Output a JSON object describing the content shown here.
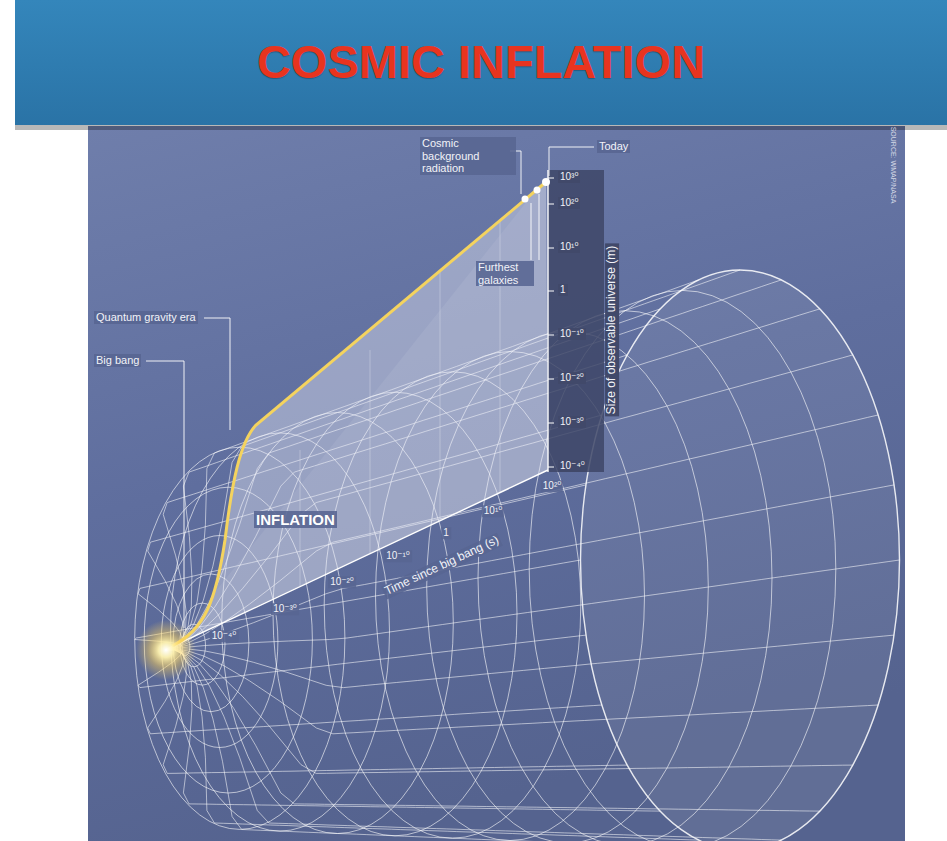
{
  "diagram": {
    "title": "COSMIC INFLATION",
    "labels": [
      "Cosmic background radiation",
      "Today",
      "Furthest galaxies",
      "Quantum gravity era",
      "Big bang",
      "INFLATION",
      "Time since big bang (s)",
      "Size of observable universe (m)",
      "10³⁰",
      "10²⁰",
      "10¹⁰",
      "1",
      "10⁻¹⁰",
      "10⁻²⁰",
      "10⁻³⁰",
      "10⁻⁴⁰",
      "10⁻⁴⁰",
      "10⁻³⁰",
      "10⁻²⁰",
      "10⁻¹⁰",
      "1",
      "10¹⁰",
      "10²⁰",
      "SOURCE: WMAP/NASA"
    ]
  }
}
